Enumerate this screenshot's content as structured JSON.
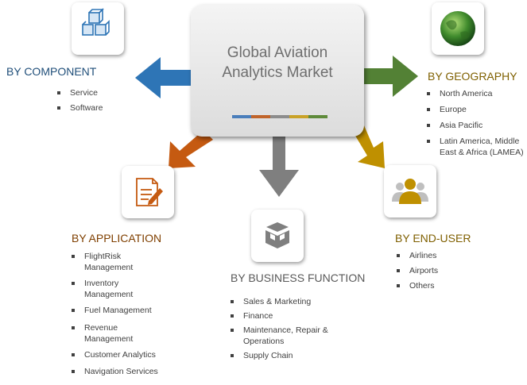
{
  "center": {
    "line1": "Global Aviation",
    "line2": "Analytics Market"
  },
  "colorbar": [
    "#4a7ebb",
    "#c0642a",
    "#8c8c8c",
    "#c9a227",
    "#5e8a3a"
  ],
  "component": {
    "icon": "cubes-icon",
    "heading": "BY COMPONENT",
    "color": "#1f4e79",
    "items": [
      "Service",
      "Software"
    ]
  },
  "geography": {
    "icon": "globe-icon",
    "heading": "BY GEOGRAPHY",
    "color": "#7f6000",
    "items": [
      "North America",
      "Europe",
      "Asia Pacific",
      "Latin America, Middle East & Africa (LAMEA)"
    ]
  },
  "application": {
    "icon": "document-edit-icon",
    "heading": "BY APPLICATION",
    "color": "#7f3f00",
    "items": [
      "FlightRisk Management",
      "Inventory Management",
      "Fuel Management",
      "Revenue Management",
      "Customer Analytics",
      "Navigation Services"
    ]
  },
  "business_function": {
    "icon": "open-box-icon",
    "heading": "BY BUSINESS FUNCTION",
    "color": "#595959",
    "items": [
      "Sales & Marketing",
      "Finance",
      "Maintenance, Repair & Operations",
      "Supply Chain"
    ]
  },
  "end_user": {
    "icon": "users-icon",
    "heading": "BY END-USER",
    "color": "#7f5f00",
    "items": [
      "Airlines",
      "Airports",
      "Others"
    ]
  },
  "arrow_colors": {
    "component": "#2e75b6",
    "geography": "#538135",
    "application": "#c55a11",
    "business_function": "#7f7f7f",
    "end_user": "#bf9000"
  }
}
